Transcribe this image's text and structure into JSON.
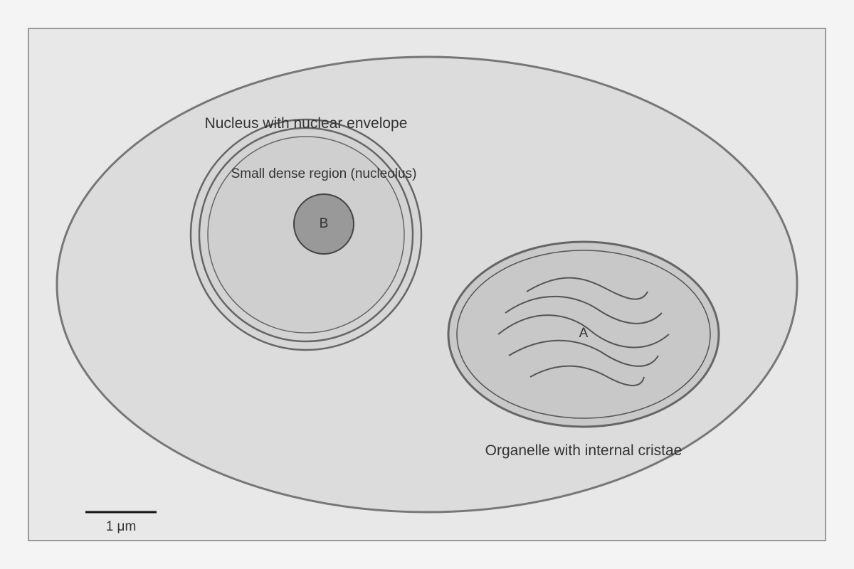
{
  "labels": {
    "nucleus": "Nucleus with nuclear envelope",
    "nucleolus": "Small dense region (nucleolus)",
    "nucleolus_letter": "B",
    "organelle": "Organelle with internal cristae",
    "organelle_letter": "A"
  },
  "scale_bar": {
    "label": "1 μm"
  },
  "colors": {
    "page_background": "#f4f4f4",
    "frame_fill": "#e8e8e8",
    "frame_stroke": "#999999",
    "cell_fill": "#dcdcdc",
    "cell_stroke": "#777777",
    "nucleus_fill": "#cfcfcf",
    "nucleolus_fill": "#999999",
    "organelle_fill": "#c8c8c8",
    "line_stroke": "#555555",
    "scale_bar": "#111111"
  }
}
